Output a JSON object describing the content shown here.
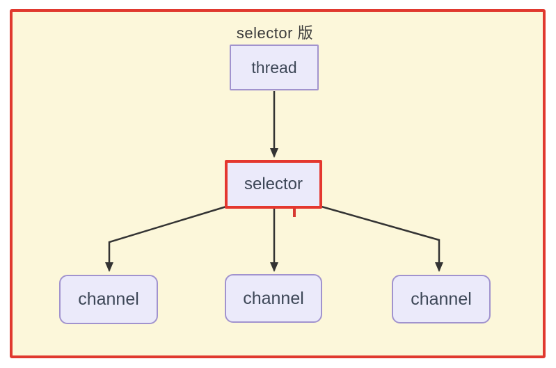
{
  "diagram": {
    "title": "selector 版",
    "nodes": {
      "thread": {
        "label": "thread"
      },
      "selector": {
        "label": "selector"
      },
      "channel1": {
        "label": "channel"
      },
      "channel2": {
        "label": "channel"
      },
      "channel3": {
        "label": "channel"
      }
    },
    "annotations": {
      "pointer_mark": "red-dashed-cross-mark"
    },
    "colors": {
      "container_background": "#fcf7da",
      "container_border": "#e0392f",
      "node_background": "#ebeafa",
      "node_border": "#a193ce",
      "selector_border": "#e4372e",
      "arrow": "#333333",
      "text": "#3d4757",
      "annotation": "#d63a32"
    }
  }
}
